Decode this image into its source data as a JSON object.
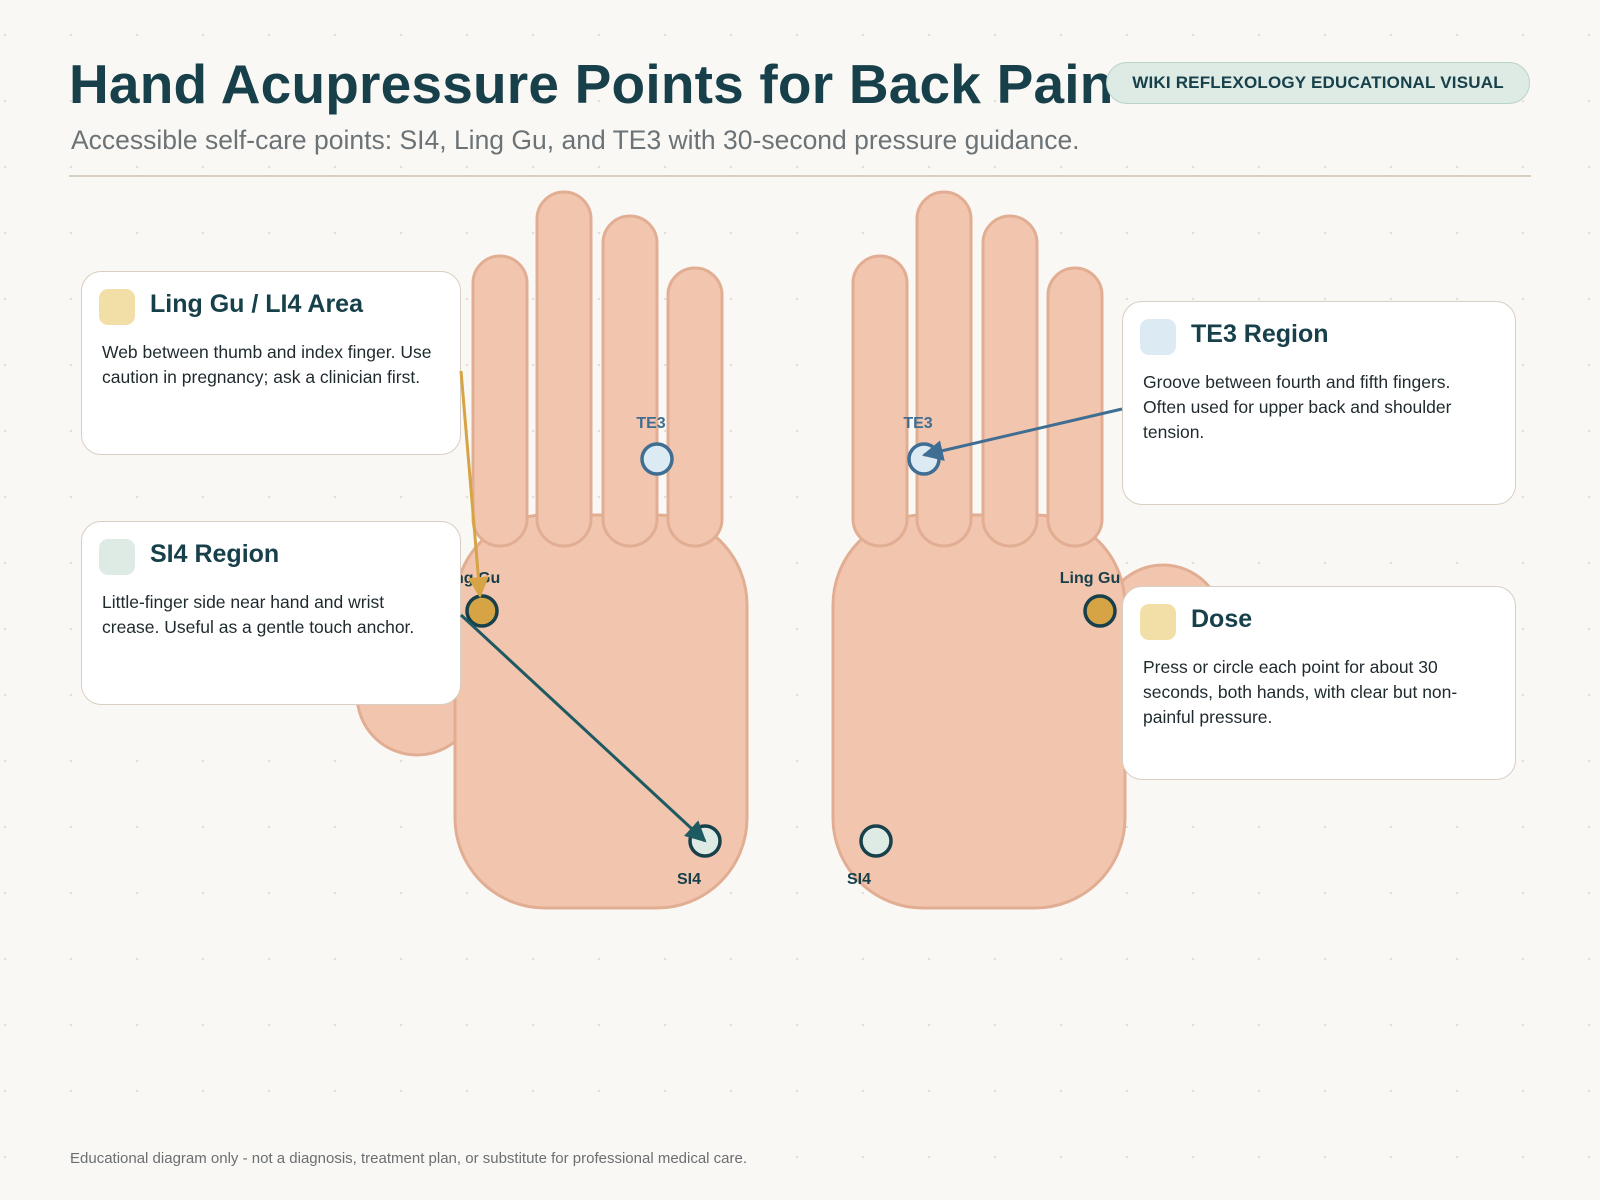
{
  "header": {
    "title": "Hand Acupressure Points for Back Pain",
    "badge": "WIKI REFLEXOLOGY EDUCATIONAL VISUAL",
    "subtitle": "Accessible self-care points: SI4, Ling Gu, and TE3 with 30-second pressure guidance."
  },
  "colors": {
    "background": "#faf8f4",
    "ink": "#17404a",
    "skin": "#f2c5ae",
    "skin_outline": "#e2ae93",
    "te3_fill": "#dceaf4",
    "te3_stroke": "#3f6e92",
    "linggu_fill": "#d6a445",
    "linggu_stroke": "#17404a",
    "si4_fill": "#deebe5",
    "si4_stroke": "#17404a",
    "linggu_arrow": "#d6a445",
    "si4_arrow": "#1e5a62",
    "te3_arrow": "#3f6e92"
  },
  "diagram": {
    "left_hand": {
      "te3_label": "TE3",
      "linggu_label": "Ling Gu",
      "si4_label": "SI4"
    },
    "right_hand": {
      "te3_label": "TE3",
      "linggu_label": "Ling Gu",
      "si4_label": "SI4"
    }
  },
  "cards": {
    "linggu": {
      "title": "Ling Gu / LI4 Area",
      "body": "Web between thumb and index finger. Use caution in pregnancy; ask a clinician first.",
      "swatch": "#f2dfa8"
    },
    "si4": {
      "title": "SI4 Region",
      "body": "Little-finger side near hand and wrist crease. Useful as a gentle touch anchor.",
      "swatch": "#deebe5"
    },
    "te3": {
      "title": "TE3 Region",
      "body": "Groove between fourth and fifth fingers. Often used for upper back and shoulder tension.",
      "swatch": "#dceaf4"
    },
    "dose": {
      "title": "Dose",
      "body": "Press or circle each point for about 30 seconds, both hands, with clear but non-painful pressure.",
      "swatch": "#f2dfa8"
    }
  },
  "footer": "Educational diagram only - not a diagnosis, treatment plan, or substitute for professional medical care."
}
